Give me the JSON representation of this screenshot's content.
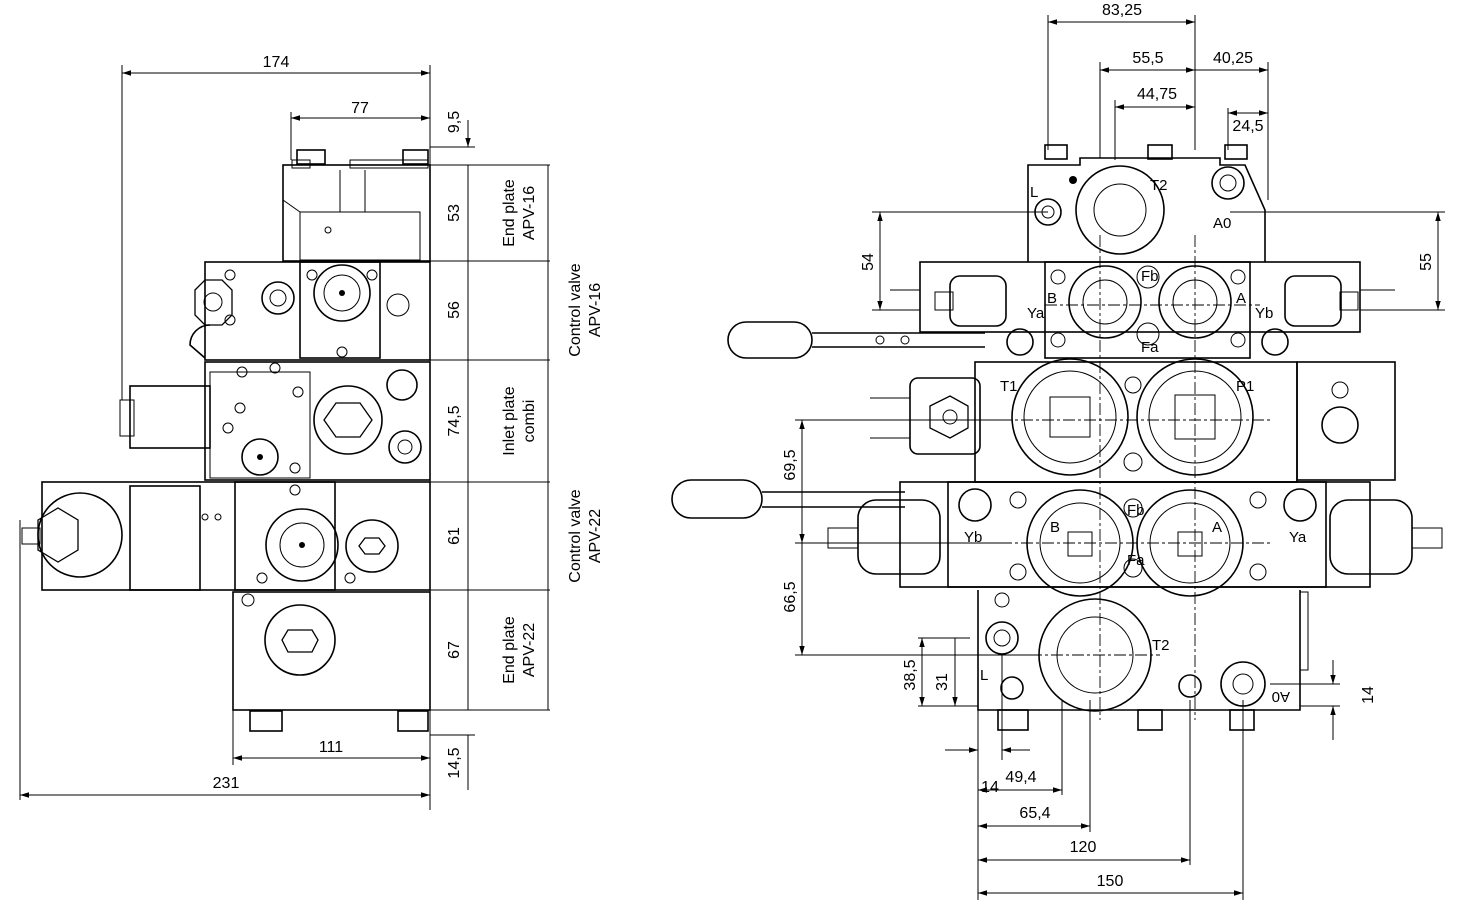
{
  "left_view": {
    "dimensions": {
      "width_174": "174",
      "width_77": "77",
      "height_9_5": "9,5",
      "height_53": "53",
      "height_56": "56",
      "height_74_5": "74,5",
      "height_61": "61",
      "height_67": "67",
      "height_14_5": "14,5",
      "width_111": "111",
      "width_231": "231"
    },
    "section_labels": {
      "end_plate_apv16_line1": "End plate",
      "end_plate_apv16_line2": "APV-16",
      "control_valve_apv16_line1": "Control valve",
      "control_valve_apv16_line2": "APV-16",
      "inlet_plate_line1": "Inlet plate",
      "inlet_plate_line2": "combi",
      "control_valve_apv22_line1": "Control valve",
      "control_valve_apv22_line2": "APV-22",
      "end_plate_apv22_line1": "End plate",
      "end_plate_apv22_line2": "APV-22"
    }
  },
  "right_view": {
    "dimensions": {
      "d_83_25": "83,25",
      "d_55_5": "55,5",
      "d_40_25": "40,25",
      "d_44_75": "44,75",
      "d_24_5": "24,5",
      "d_54": "54",
      "d_55": "55",
      "d_69_5": "69,5",
      "d_66_5": "66,5",
      "d_38_5": "38,5",
      "d_31": "31",
      "d_14_right": "14",
      "d_14_bottom": "14",
      "d_49_4": "49,4",
      "d_65_4": "65,4",
      "d_120": "120",
      "d_150": "150"
    },
    "port_labels": {
      "L_top": "L",
      "T2_top": "T2",
      "A0_top": "A0",
      "B_apv16": "B",
      "A_apv16": "A",
      "Fb_apv16": "Fb",
      "Fa_apv16": "Fa",
      "Ya_apv16": "Ya",
      "Yb_apv16": "Yb",
      "T1": "T1",
      "P1": "P1",
      "B_apv22": "B",
      "A_apv22": "A",
      "Fb_apv22": "Fb",
      "Fa_apv22": "Fa",
      "Yb_apv22": "Yb",
      "Ya_apv22": "Ya",
      "T2_bottom": "T2",
      "L_bottom": "L",
      "A0_bottom": "A0"
    }
  }
}
